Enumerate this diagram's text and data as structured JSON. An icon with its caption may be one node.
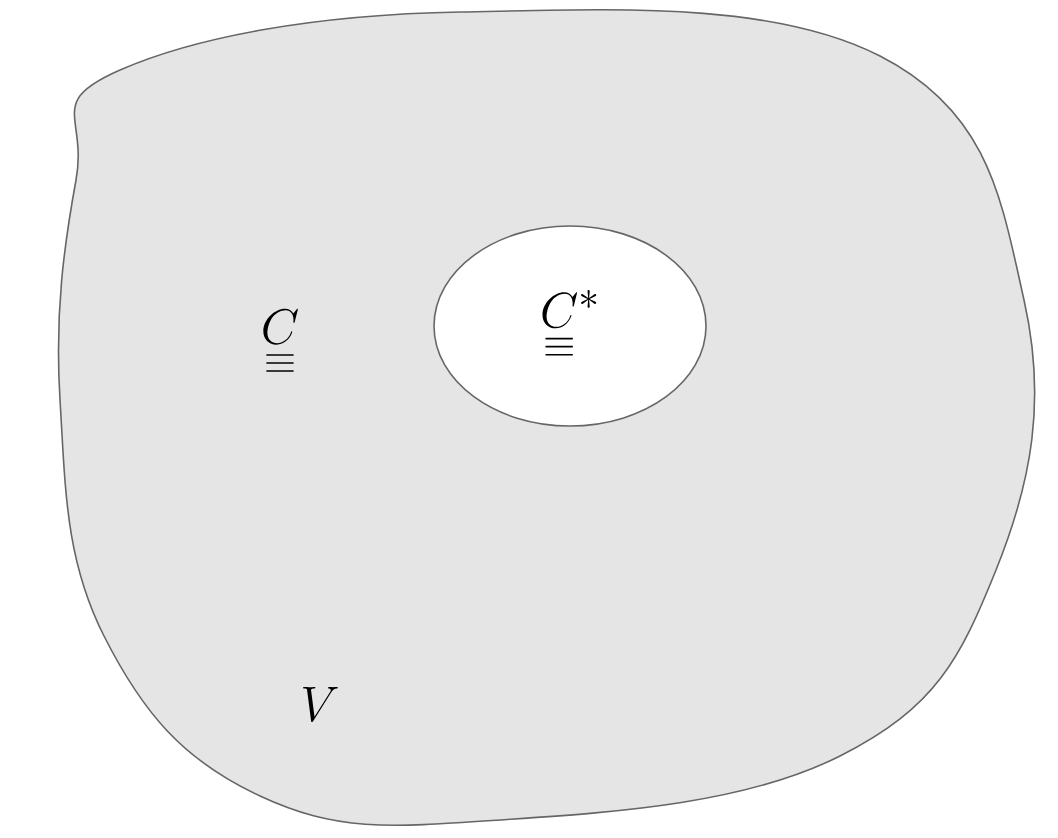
{
  "diagram": {
    "nodes": [
      {
        "text": [
          "V"
        ]
      },
      {
        "text": [
          "\\underset{\\equiv}{C}^{*}"
        ],
        "in": 0
      }
    ],
    "labels": [
      "\\underset{\\equiv}{C}"
    ]
  }
}
